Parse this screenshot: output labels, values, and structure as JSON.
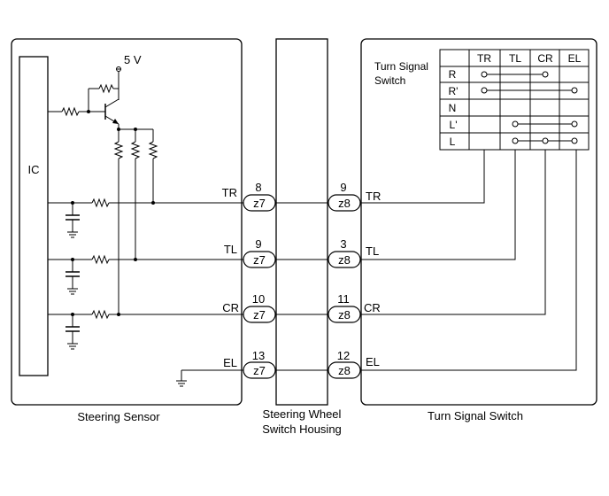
{
  "labels": {
    "supply": "5 V",
    "ic": "IC",
    "sensor_box": "Steering Sensor",
    "housing_box_line1": "Steering Wheel",
    "housing_box_line2": "Switch Housing",
    "switch_box": "Turn Signal Switch",
    "switch_inner_line1": "Turn Signal",
    "switch_inner_line2": "Switch"
  },
  "signals": [
    {
      "name": "TR",
      "z7_pin": "8",
      "z8_pin": "9",
      "connector_a": "z7",
      "connector_b": "z8"
    },
    {
      "name": "TL",
      "z7_pin": "9",
      "z8_pin": "3",
      "connector_a": "z7",
      "connector_b": "z8"
    },
    {
      "name": "CR",
      "z7_pin": "10",
      "z8_pin": "11",
      "connector_a": "z7",
      "connector_b": "z8"
    },
    {
      "name": "EL",
      "z7_pin": "13",
      "z8_pin": "12",
      "connector_a": "z7",
      "connector_b": "z8"
    }
  ],
  "switch_table": {
    "columns": [
      "TR",
      "TL",
      "CR",
      "EL"
    ],
    "rows": [
      "R",
      "R'",
      "N",
      "L'",
      "L"
    ]
  }
}
